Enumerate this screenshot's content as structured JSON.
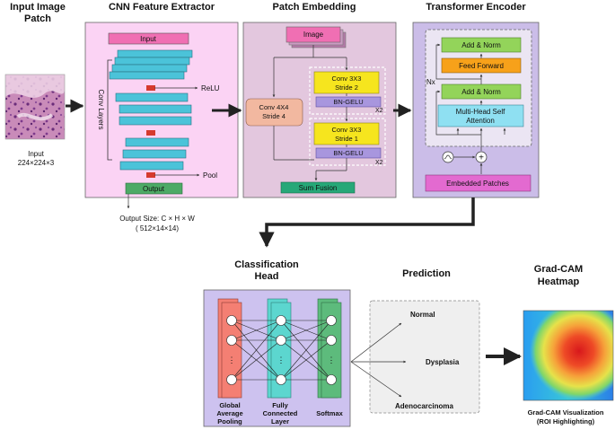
{
  "titles": {
    "input_line1": "Input Image",
    "input_line2": "Patch",
    "cnn": "CNN Feature Extractor",
    "patch": "Patch Embedding",
    "transformer": "Transformer Encoder",
    "cls_line1": "Classification",
    "cls_line2": "Head",
    "prediction": "Prediction",
    "gradcam_line1": "Grad-CAM",
    "gradcam_line2": "Heatmap"
  },
  "input": {
    "label": "Input",
    "size": "224×224×3"
  },
  "cnn": {
    "input_box": "Input",
    "conv_layers": "Conv Layers",
    "relu": "ReLU",
    "pool": "Pool",
    "output_box": "Output",
    "output_size_line1": "Output Size: C × H × W",
    "output_size_line2": "( 512×14×14)"
  },
  "patch": {
    "image_box": "Image",
    "conv4_line1": "Conv 4X4",
    "conv4_line2": "Stride 4",
    "conv3a_line1": "Conv 3X3",
    "conv3a_line2": "Stride 2",
    "bn_gelu_a": "BN-GELU",
    "x2_a": "X2",
    "conv3b_line1": "Conv 3X3",
    "conv3b_line2": "Stride 1",
    "bn_gelu_b": "BN-GELU",
    "x2_b": "X2",
    "sum_fusion": "Sum Fusion"
  },
  "transformer": {
    "add_norm_top": "Add & Norm",
    "feed_forward": "Feed Forward",
    "nx": "Nx",
    "add_norm_bottom": "Add & Norm",
    "mhsa_line1": "Multi-Head Self",
    "mhsa_line2": "Attention",
    "embedded_patches": "Embedded Patches",
    "plus": "+"
  },
  "classification": {
    "col1_line1": "Global",
    "col1_line2": "Average",
    "col1_line3": "Pooling",
    "col2_line1": "Fully",
    "col2_line2": "Connected",
    "col2_line3": "Layer",
    "col3": "Softmax",
    "dots": "⋮"
  },
  "prediction": {
    "normal": "Normal",
    "dysplasia": "Dysplasia",
    "adenocarcinoma": "Adenocarcinoma"
  },
  "gradcam": {
    "caption_line1": "Grad-CAM Visualization",
    "caption_line2": "(ROI Highlighting)"
  },
  "colors": {
    "cnn_panel": "#fbd3f4",
    "patch_panel": "#e3c7de",
    "transformer_panel": "#cbbde8",
    "classification_panel": "#cdc2ef",
    "prediction_panel": "#efefef",
    "cnn_layer": "#4bc3d9",
    "relu": "#d63a2e",
    "output_box": "#4daa66",
    "input_box": "#f06fb3",
    "conv_yellow": "#f6e51e",
    "bn_gelu": "#a896de",
    "conv4": "#f2b8a0",
    "sum_fusion": "#26a878",
    "add_norm": "#93d45a",
    "feed_forward": "#f7a11a",
    "mhsa": "#8fe0f2",
    "embedded": "#e36ad0",
    "col_pooling": "#f47f73",
    "col_fc": "#5cd6cf",
    "col_softmax": "#5dbb7c"
  },
  "icons": [
    "activation-icon",
    "plus-circle-icon",
    "arrow-right-icon"
  ]
}
